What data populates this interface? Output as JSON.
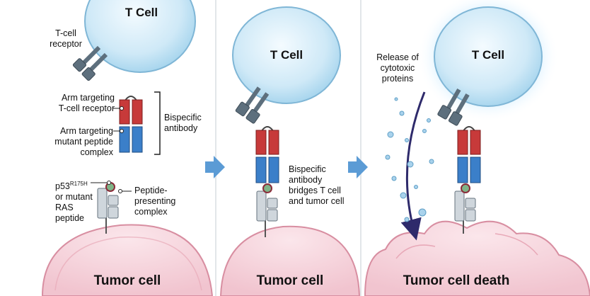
{
  "panel1": {
    "t_cell": "T Cell",
    "tcr_label_line1": "T-cell",
    "tcr_label_line2": "receptor",
    "arm_tcr_line1": "Arm targeting",
    "arm_tcr_line2": "T-cell receptor",
    "arm_peptide_line1": "Arm targeting",
    "arm_peptide_line2": "mutant peptide",
    "arm_peptide_line3": "complex",
    "bispecific_line1": "Bispecific",
    "bispecific_line2": "antibody",
    "p53_main": "p53",
    "p53_sup": "R175H",
    "p53_line2": "or mutant",
    "p53_line3": "RAS",
    "p53_line4": "peptide",
    "complex_line1": "Peptide-",
    "complex_line2": "presenting",
    "complex_line3": "complex",
    "tumor": "Tumor cell"
  },
  "panel2": {
    "t_cell": "T Cell",
    "bridge_line1": "Bispecific",
    "bridge_line2": "antibody",
    "bridge_line3": "bridges T cell",
    "bridge_line4": "and tumor cell",
    "tumor": "Tumor cell"
  },
  "panel3": {
    "t_cell": "T Cell",
    "release_line1": "Release of",
    "release_line2": "cytotoxic",
    "release_line3": "proteins",
    "tumor": "Tumor cell death"
  },
  "colors": {
    "t_cell_fill": "#cfe9f7",
    "tumor_fill": "#f6d3dc",
    "antibody_red": "#c73a3a",
    "antibody_blue": "#3b7fc9",
    "receptor_gray": "#5d6f7d",
    "mhc_gray": "#cfd6dc",
    "arrow_blue": "#5b9bd5",
    "release_arrow": "#2e2a6b"
  }
}
